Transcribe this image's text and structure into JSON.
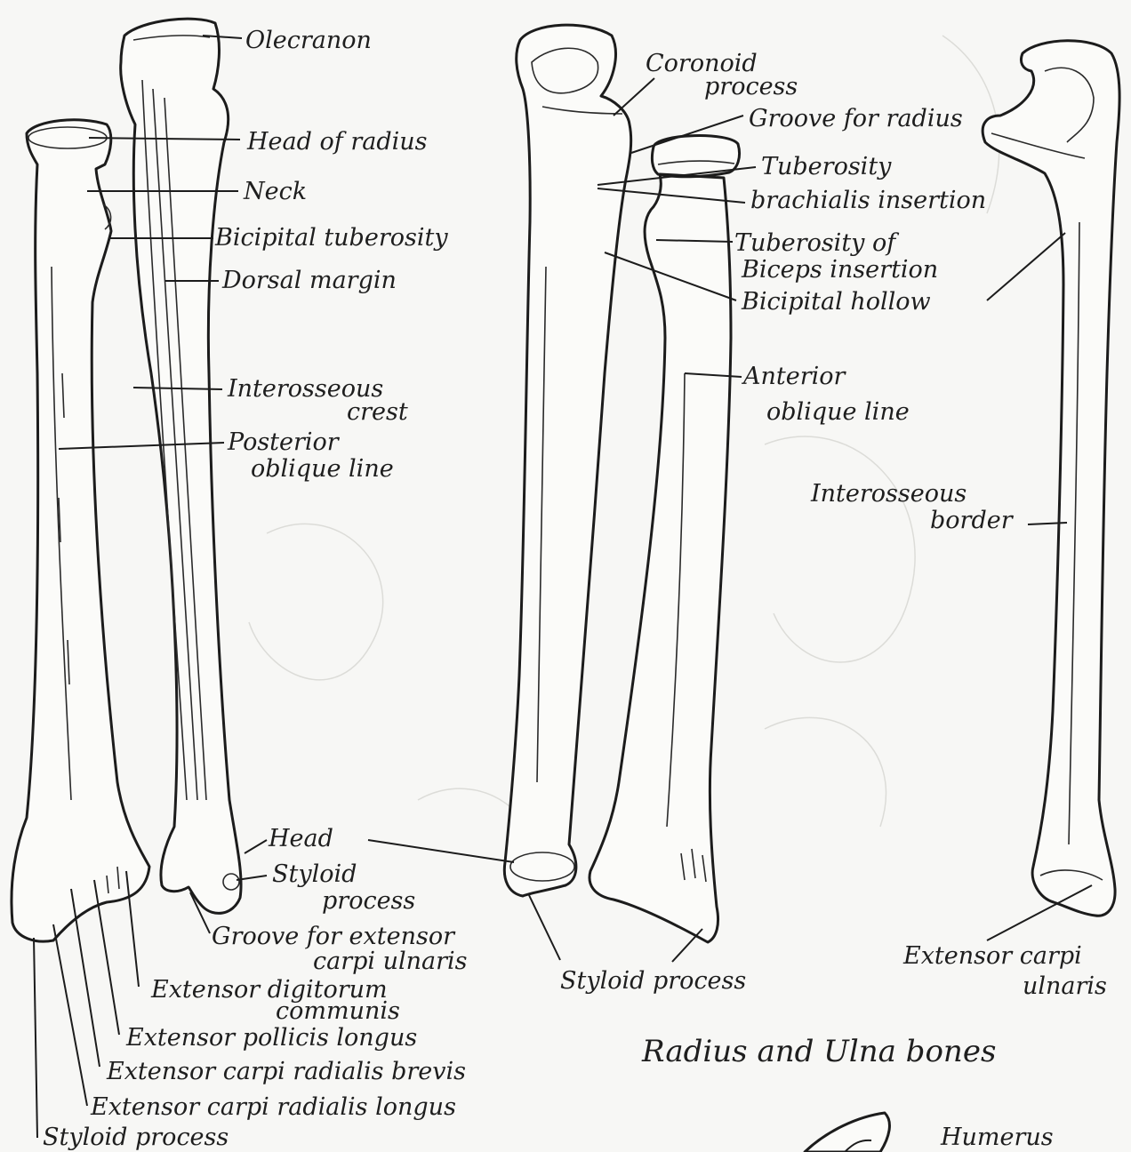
{
  "labels": {
    "olecranon": "Olecranon",
    "head_of_radius": "Head of radius",
    "neck": "Neck",
    "bicipital_tuberosity": "Bicipital tuberosity",
    "dorsal_margin": "Dorsal margin",
    "interosseous_crest_1": "Interosseous",
    "interosseous_crest_2": "crest",
    "posterior_oblique_1": "Posterior",
    "posterior_oblique_2": "oblique line",
    "head": "Head",
    "styloid_1": "Styloid",
    "styloid_2": "process",
    "groove_ecu_1": "Groove for extensor",
    "groove_ecu_2": "carpi ulnaris",
    "ext_dig_1": "Extensor digitorum",
    "ext_dig_2": "communis",
    "ext_pollicis": "Extensor pollicis longus",
    "ext_crb": "Extensor carpi radialis brevis",
    "ext_crl": "Extensor carpi radialis longus",
    "styloid_process_bottom": "Styloid process",
    "coronoid_1": "Coronoid",
    "coronoid_2": "process",
    "groove_radius": "Groove for radius",
    "tub_brach_1": "Tuberosity",
    "tub_brach_2": "brachialis insertion",
    "tub_biceps_1": "Tuberosity of",
    "tub_biceps_2": "Biceps insertion",
    "bicipital_hollow": "Bicipital hollow",
    "anterior_oblique_1": "Anterior",
    "anterior_oblique_2": "oblique line",
    "interosseous_border_1": "Interosseous",
    "interosseous_border_2": "border",
    "styloid_process_mid": "Styloid process",
    "ecu_right_1": "Extensor carpi",
    "ecu_right_2": "ulnaris",
    "caption": "Radius and Ulna bones",
    "humerus": "Humerus"
  }
}
